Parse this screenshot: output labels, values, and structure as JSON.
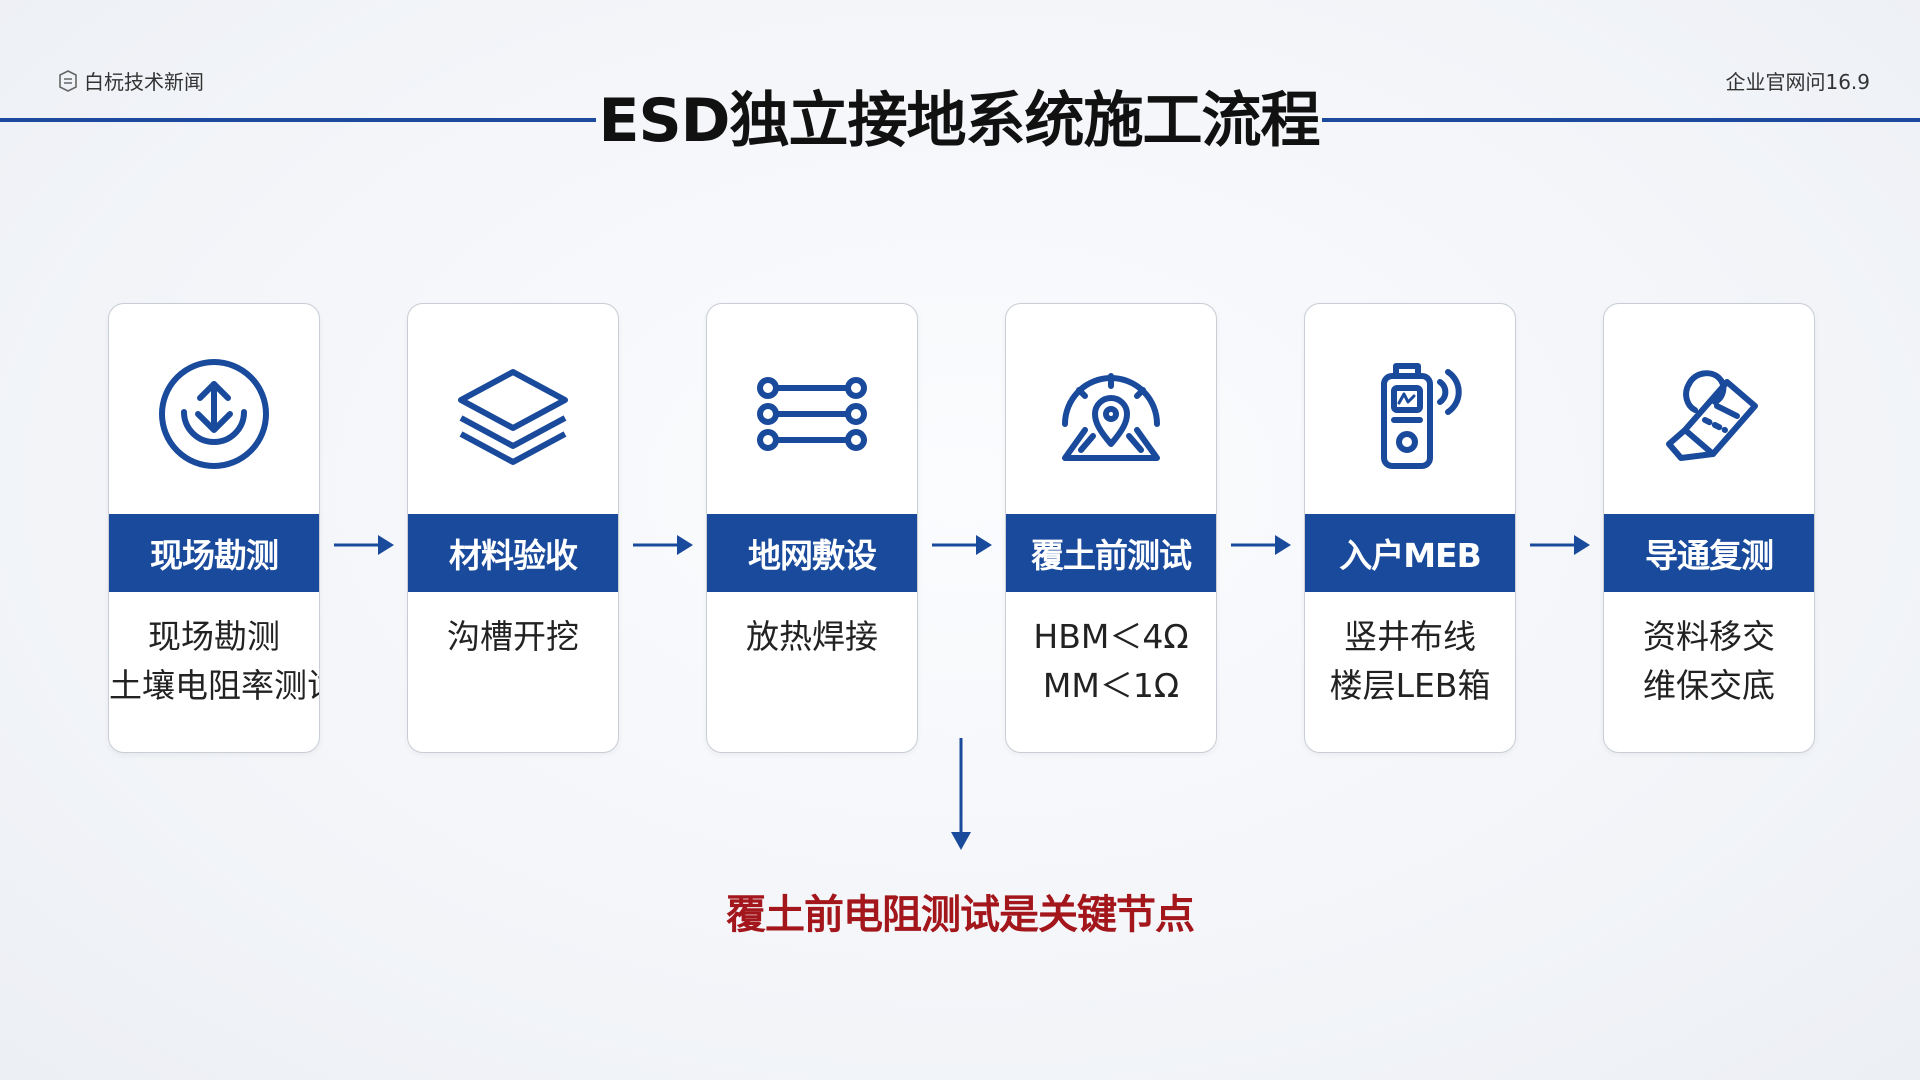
{
  "header": {
    "brand": "白杬技术新闻",
    "meta": "企业官网问16.9",
    "title": "ESD独立接地系统施工流程"
  },
  "colors": {
    "accent": "#1a4a9b",
    "highlight": "#a3161b"
  },
  "steps": [
    {
      "icon": "download-circle-icon",
      "label": "现场勘测",
      "lines": [
        "现场勘测",
        "土壤电阻率测试"
      ]
    },
    {
      "icon": "layers-icon",
      "label": "材料验收",
      "lines": [
        "沟槽开挖"
      ]
    },
    {
      "icon": "wiring-lines-icon",
      "label": "地网敷设",
      "lines": [
        "放热焊接"
      ]
    },
    {
      "icon": "gauge-location-icon",
      "label": "覆土前测试",
      "lines": [
        "HBM＜4Ω",
        "MM＜1Ω"
      ]
    },
    {
      "icon": "tester-device-icon",
      "label": "入户MEB",
      "lines": [
        "竖井布线",
        "楼层LEB箱"
      ]
    },
    {
      "icon": "handover-icon",
      "label": "导通复测",
      "lines": [
        "资料移交",
        "维保交底"
      ]
    }
  ],
  "key_note": "覆土前电阻测试是关键节点"
}
